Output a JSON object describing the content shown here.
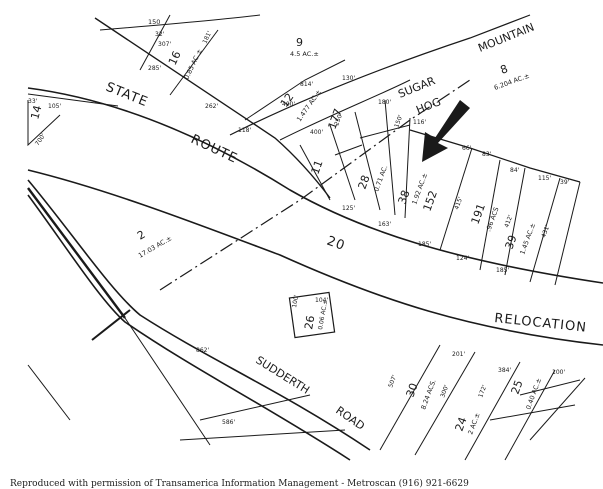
{
  "roads": {
    "state": "STATE",
    "route": "ROUTE",
    "number": "20",
    "relocation": "RELOCATION",
    "sudderth": "SUDDERTH",
    "road": "ROAD",
    "sugar": "SUGAR",
    "hog": "HOG",
    "mountain": "MOUNTAIN"
  },
  "parcels": {
    "p9": "9",
    "p9_acres": "4.5 AC.±",
    "p16": "16",
    "p16_acres": "0.85 AC.±",
    "p150": "150",
    "p12": "12",
    "p12_acres": "1.477 AC.±",
    "p8": "8",
    "p8_acres": "6.204 AC.±",
    "p177": "177",
    "p11": "11",
    "p28": "28",
    "p28_acres": "0.71 AC.",
    "p38": "38",
    "p38_acres": "1.92 AC.±",
    "p152": "152",
    "p191": "191",
    "p191_acres": ".96 ACS",
    "p39": "39",
    "p39_acres": "1.45 AC.±",
    "p2": "2",
    "p2_acres": "17.03 AC.±",
    "p14": "14",
    "p26": "26",
    "p26_acres": "0.06 AC.±",
    "p30": "30",
    "p30_acres": "8.24 ACS.",
    "p24": "24",
    "p24_acres": "2 AC.±",
    "p25": "25",
    "p25_acres": "0.40 AC.±"
  },
  "dims": {
    "d_32": "32'",
    "d_307": "307'",
    "d_181": "181'",
    "d_285": "285'",
    "d_262": "262'",
    "d_118": "118'",
    "d_400a": "400'",
    "d_814": "814'",
    "d_130": "130'",
    "d_180": "180'",
    "d_400b": "400'",
    "d_250": "250'",
    "d_116": "116'",
    "d_150": "150'",
    "d_66": "66'",
    "d_83": "83'",
    "d_84": "84'",
    "d_115": "115'",
    "d_39": "39'",
    "d_125": "125'",
    "d_163": "163'",
    "d_185a": "185'",
    "d_124": "124'",
    "d_185b": "185'",
    "d_415": "415'",
    "d_412": "412'",
    "d_431": "431'",
    "d_100": "100'",
    "d_104": "104'",
    "d_201": "201'",
    "d_862": "862'",
    "d_507": "507'",
    "d_300": "300'",
    "d_172": "172'",
    "d_384": "384'",
    "d_100b": "100'",
    "d_586": "586'",
    "d_33": "33'",
    "d_105": "105'",
    "d_700": "700'"
  },
  "credit": "Reproduced with permission of Transamerica Information Management - Metroscan (916) 921-6629"
}
